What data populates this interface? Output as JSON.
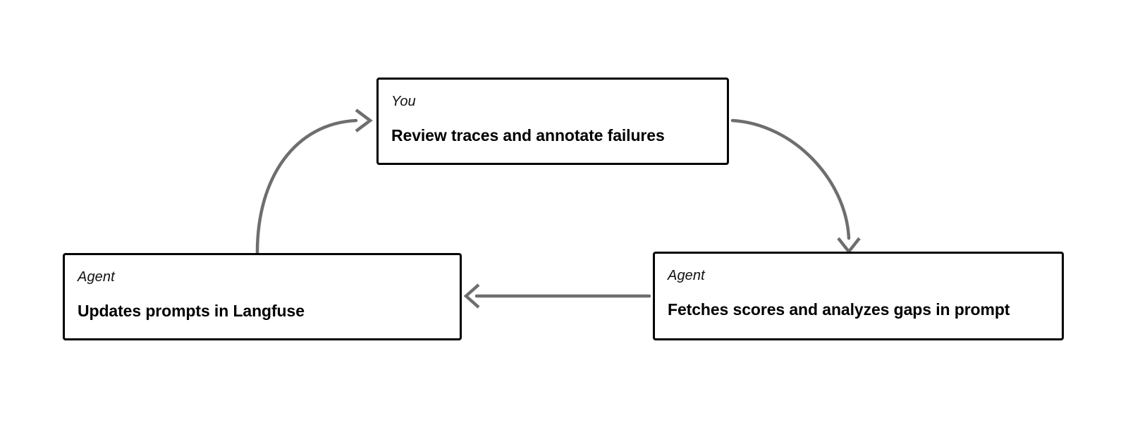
{
  "diagram": {
    "type": "cycle-flow",
    "title": "",
    "background_color": "#ffffff",
    "node_border_color": "#000000",
    "arrow_color": "#6e6e6e",
    "nodes": [
      {
        "id": "you",
        "role": "You",
        "title": "Review traces and annotate failures"
      },
      {
        "id": "fetch",
        "role": "Agent",
        "title": "Fetches scores and analyzes gaps in prompt"
      },
      {
        "id": "update",
        "role": "Agent",
        "title": "Updates prompts in Langfuse"
      }
    ],
    "edges": [
      {
        "id": "you-to-fetch",
        "from": "you",
        "to": "fetch",
        "shape": "curve",
        "label": ""
      },
      {
        "id": "fetch-to-update",
        "from": "fetch",
        "to": "update",
        "shape": "straight",
        "label": ""
      },
      {
        "id": "update-to-you",
        "from": "update",
        "to": "you",
        "shape": "curve",
        "label": ""
      }
    ]
  }
}
